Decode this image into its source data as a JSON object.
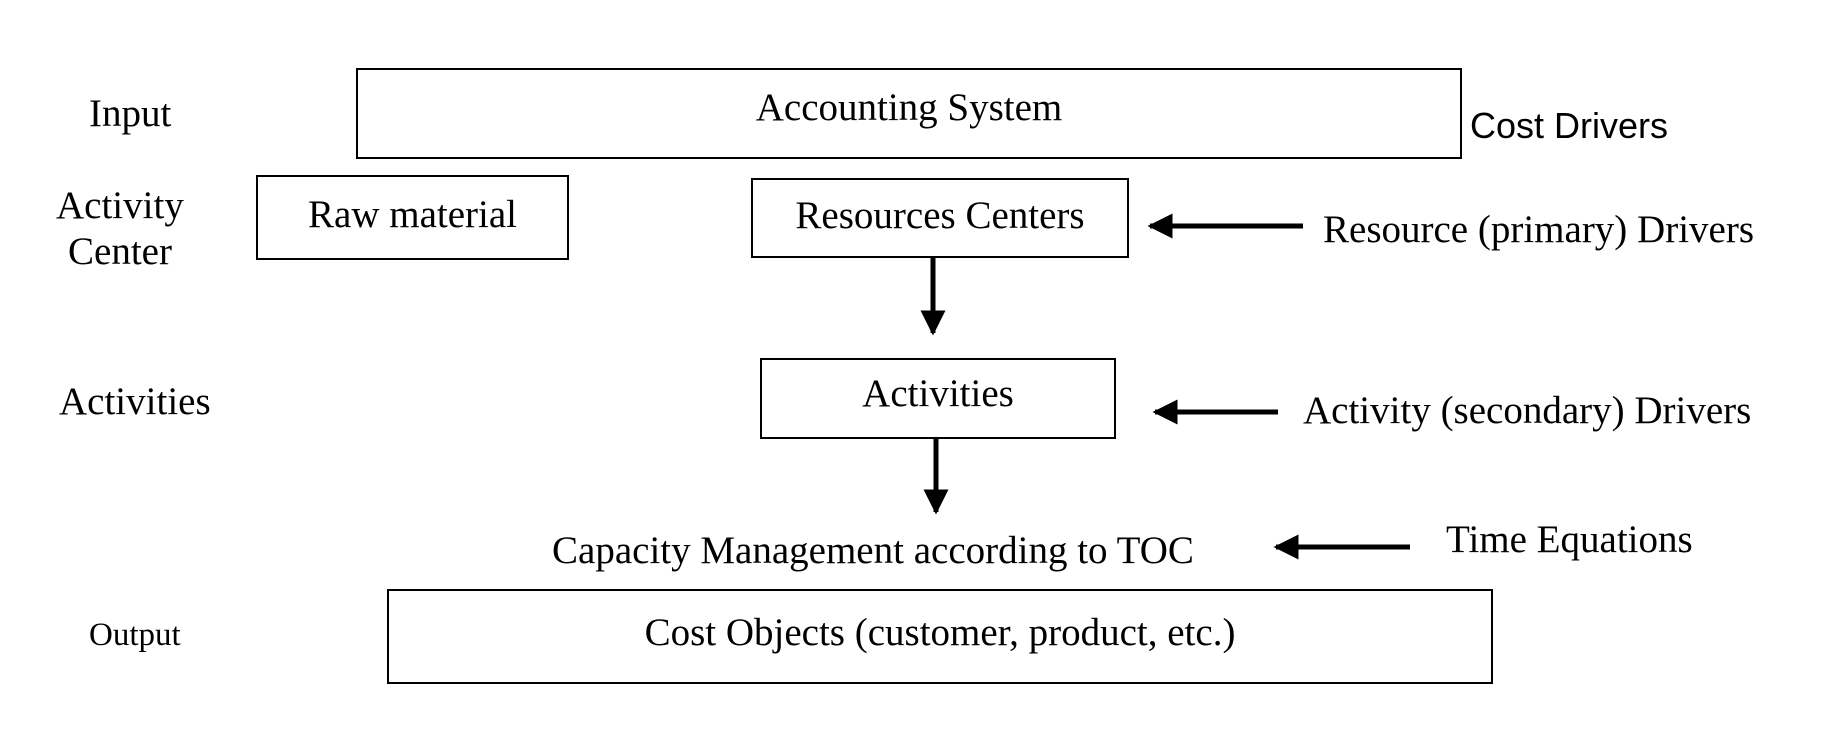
{
  "row_labels": {
    "input": "Input",
    "activity_center_line1": "Activity",
    "activity_center_line2": "Center",
    "activities": "Activities",
    "output": "Output"
  },
  "boxes": {
    "accounting_system": "Accounting System",
    "raw_material": "Raw material",
    "resources_centers": "Resources Centers",
    "activities": "Activities",
    "cost_objects": "Cost Objects (customer, product, etc.)"
  },
  "capacity_text": "Capacity Management according to TOC",
  "drivers": {
    "cost": "Cost Drivers",
    "resource": "Resource (primary) Drivers",
    "activity": "Activity (secondary) Drivers",
    "time": "Time Equations"
  }
}
